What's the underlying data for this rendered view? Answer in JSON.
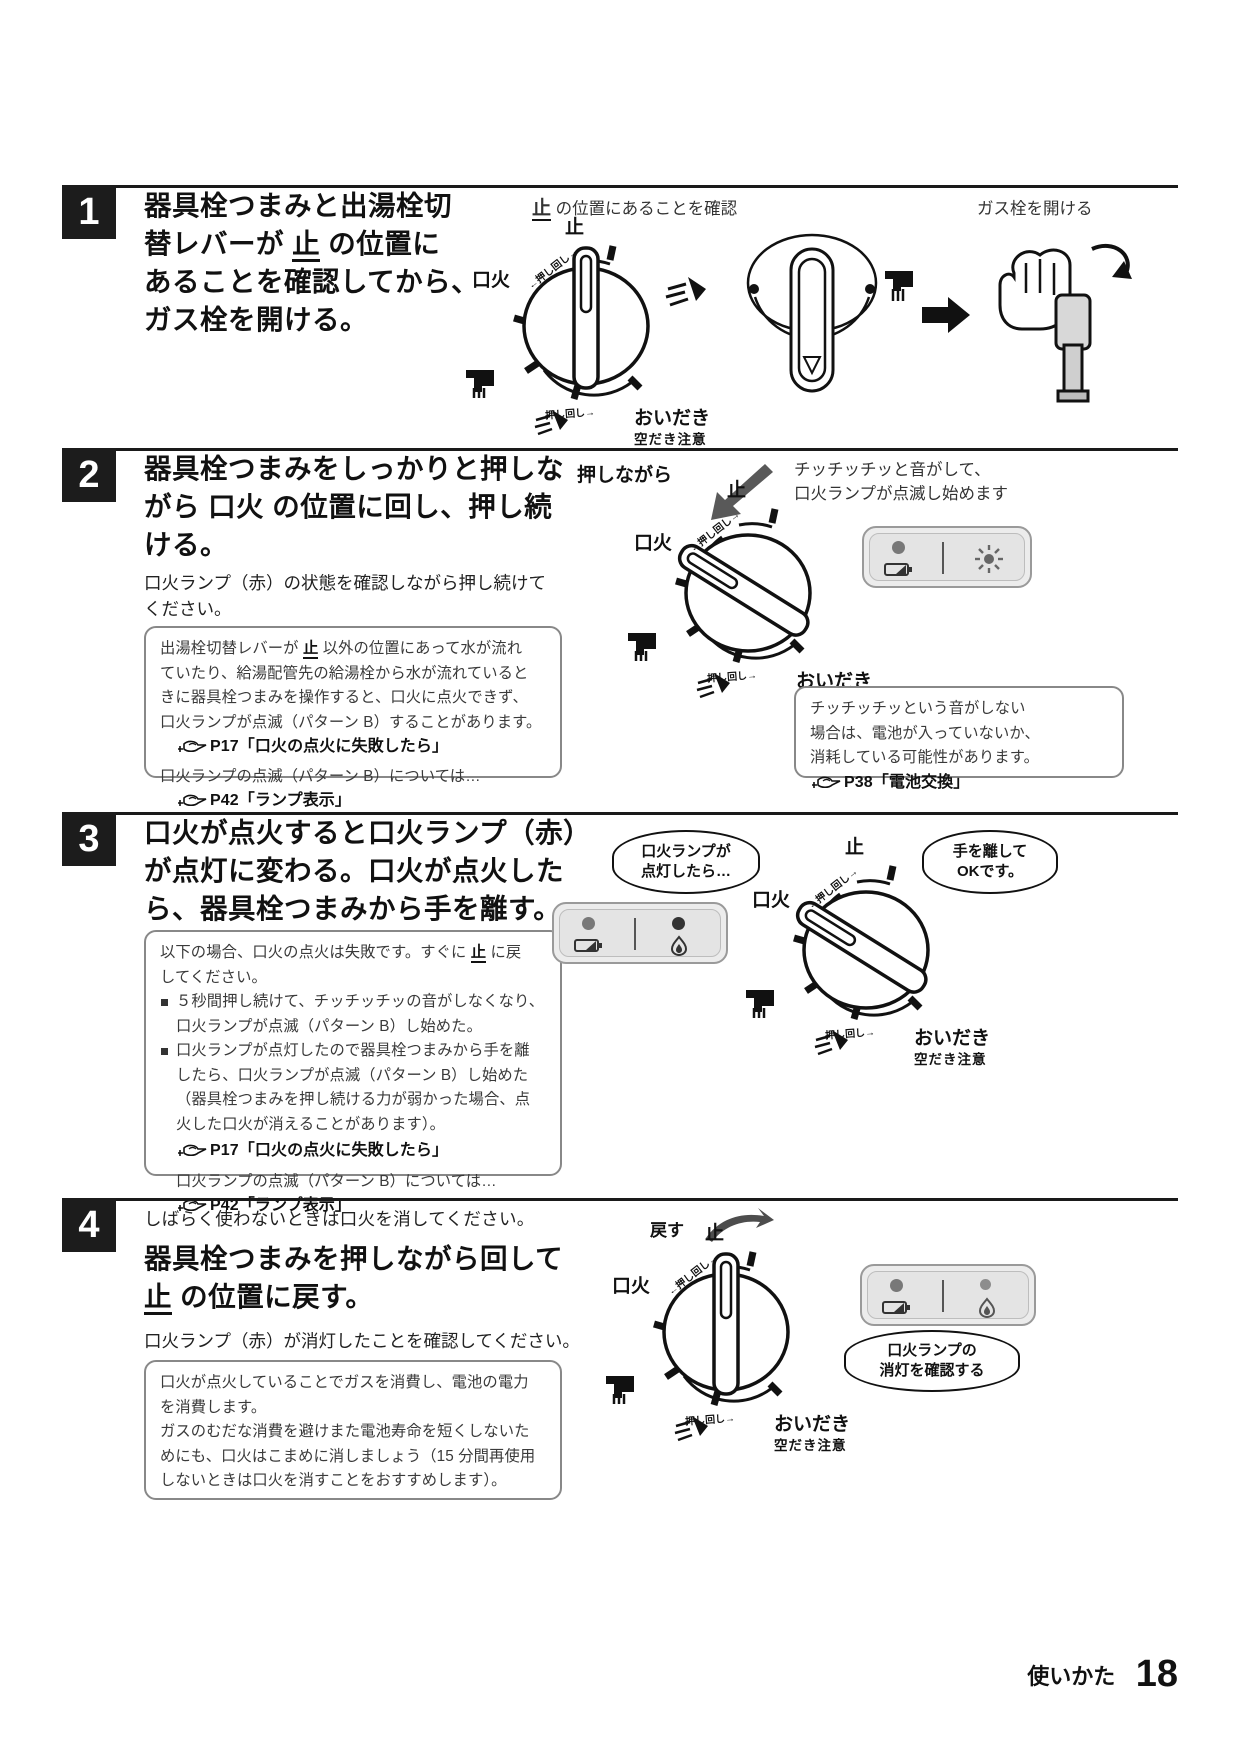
{
  "page": {
    "footer_title": "使いかた",
    "footer_page": "18"
  },
  "steps": [
    {
      "number": "1",
      "heading_lines": [
        "器具栓つまみと出湯栓切",
        "替レバーが ",
        "止",
        " の位置に",
        "あることを確認してから、",
        "ガス栓を開ける。"
      ],
      "heading_html": "器具栓つまみと出湯栓切<br>替レバーが <span class=\"u\">止</span> の位置に<br>あることを確認してから、<br>ガス栓を開ける。",
      "diagram_caption_left": "止 の位置にあることを確認",
      "diagram_caption_right": "ガス栓を開ける"
    },
    {
      "number": "2",
      "heading_html": "器具栓つまみをしっかりと押しな<br>がら 口火 の位置に回し、押し続<br>ける。",
      "lead": "口火ランプ（赤）の状態を確認しながら押し続けて<br>ください。",
      "note_left_html": "出湯栓切替レバーが <span class=\"u\">止</span> 以外の位置にあって水が流れ<br>ていたり、給湯配管先の給湯栓から水が流れていると<br>きに器具栓つまみを操作すると、口火に点火できず、<br>口火ランプが点滅（パターン B）することがあります。",
      "note_left_ref1": "P17「口火の点火に失敗したら」",
      "note_left_sub": "口火ランプの点滅（パターン B）については…",
      "note_left_ref2": "P42「ランプ表示」",
      "diagram_label_push": "押しながら",
      "diagram_caption_right": "チッチッチッと音がして、<br>口火ランプが点滅し始めます",
      "note_right_html": "チッチッチッという音がしない<br>場合は、電池が入っていないか、<br>消耗している可能性があります。",
      "note_right_ref": "P38「電池交換」"
    },
    {
      "number": "3",
      "heading_html": "口火が点火すると口火ランプ（赤）<br>が点灯に変わる。口火が点火した<br>ら、器具栓つまみから手を離す。",
      "note_html_intro": "以下の場合、口火の点火は失敗です。すぐに <span class=\"u\">止</span> に戻<br>してください。",
      "note_bullets": [
        "５秒間押し続けて、チッチッチッの音がしなくなり、<br>口火ランプが点滅（パターン B）し始めた。",
        "口火ランプが点灯したので器具栓つまみから手を離<br>したら、口火ランプが点滅（パターン B）し始めた<br>（器具栓つまみを押し続ける力が弱かった場合、点<br>火した口火が消えることがあります）。"
      ],
      "note_ref1": "P17「口火の点火に失敗したら」",
      "note_sub": "口火ランプの点滅（パターン B）については…",
      "note_ref2": "P42「ランプ表示」",
      "bubble_left": "口火ランプが<br>点灯したら…",
      "bubble_right": "手を離して<br>OKです。"
    },
    {
      "number": "4",
      "pre_text": "しばらく使わないときは口火を消してください。",
      "heading_html": "器具栓つまみを押しながら回して<br><span class=\"u\">止</span> の位置に戻す。",
      "lead": "口火ランプ（赤）が消灯したことを確認してください。",
      "note_html": "口火が点火していることでガスを消費し、電池の電力<br>を消費します。<br>ガスのむだな消費を避けまた電池寿命を短くしないた<br>めにも、口火はこまめに消しましょう（15 分間再使用<br>しないときは口火を消すことをおすすめします）。",
      "diagram_label_return": "戻す",
      "bubble": "口火ランプの<br>消灯を確認する"
    }
  ],
  "knob_labels": {
    "stop": "止",
    "pilot": "口火",
    "push_turn": "押し回し",
    "oidaki": "おいだき",
    "karadaki": "空だき注意"
  },
  "icons": {
    "hand_point": "pointing-hand-icon",
    "arrow_right": "arrow-right-icon",
    "battery": "battery-icon",
    "flame": "flame-icon",
    "sun": "sun-burst-icon"
  }
}
